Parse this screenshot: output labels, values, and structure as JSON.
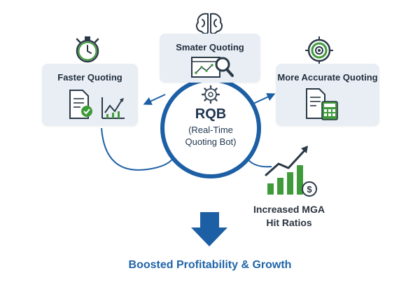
{
  "hub": {
    "title": "RQB",
    "subtitle_line1": "(Real-Time",
    "subtitle_line2": "Quoting Bot)"
  },
  "cards": {
    "left": {
      "title": "Faster Quoting"
    },
    "top": {
      "title": "Smater Quoting"
    },
    "right": {
      "title": "More Accurate Quoting"
    }
  },
  "growth": {
    "line1": "Increased MGA",
    "line2": "Hit Ratios"
  },
  "bottom": {
    "label": "Boosted Profitability & Growth"
  },
  "colors": {
    "primary_blue": "#1d5fa4",
    "accent_green": "#3f9b3a",
    "card_bg": "#e9eef4",
    "dark_text": "#1f2d3d"
  },
  "icons": {
    "stopwatch": "stopwatch-icon",
    "brain": "brain-icon",
    "target": "target-icon",
    "gear": "gear-icon",
    "document_check": "document-check-icon",
    "line_chart": "line-chart-icon",
    "magnifier": "magnifier-chart-icon",
    "calculator": "calculator-document-icon",
    "growth_bars": "growth-bars-icon",
    "dollar": "dollar-coin-icon",
    "down_arrow": "down-arrow-icon"
  }
}
